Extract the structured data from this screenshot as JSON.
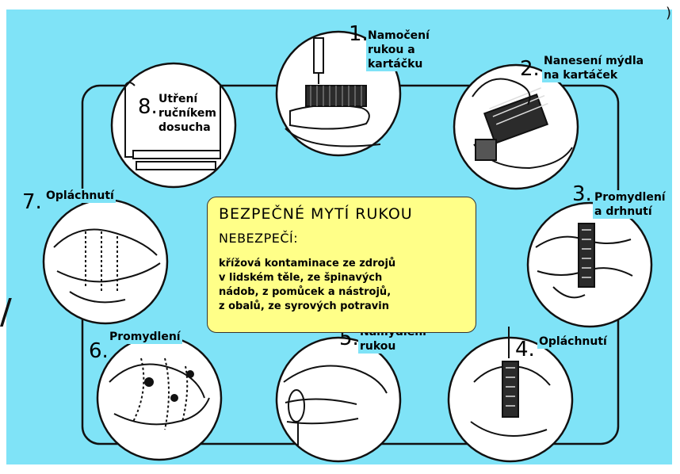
{
  "diagram": {
    "background_color": "#7fe3f7",
    "info_box_color": "#ffff88",
    "info_box": {
      "title": "BEZPEČNÉ MYTÍ RUKOU",
      "subtitle": "NEBEZPEČÍ:",
      "text_lines": [
        "křížová kontaminace ze zdrojů",
        "v lidském těle, ze špinavých",
        "nádob, z pomůcek a nástrojů,",
        "z obalů, ze syrových potravin"
      ]
    },
    "steps": [
      {
        "number": "1.",
        "label_lines": [
          "Namočení",
          "rukou a",
          "kartáčku"
        ],
        "icon": "hand-under-tap-with-brush-icon"
      },
      {
        "number": "2.",
        "label_lines": [
          "Nanesení mýdla",
          "na kartáček"
        ],
        "icon": "soap-on-brush-icon"
      },
      {
        "number": "3.",
        "label_lines": [
          "Promydlení",
          "a drhnutí"
        ],
        "icon": "scrubbing-hands-icon"
      },
      {
        "number": "4.",
        "label_lines": [
          "Opláchnutí"
        ],
        "icon": "rinsing-hands-icon"
      },
      {
        "number": "5.",
        "label_lines": [
          "Namydlení",
          "rukou"
        ],
        "icon": "soaping-hands-icon"
      },
      {
        "number": "6.",
        "label_lines": [
          "Promydlení"
        ],
        "icon": "lathering-hands-icon"
      },
      {
        "number": "7.",
        "label_lines": [
          "Opláchnutí"
        ],
        "icon": "rinse-hands-icon"
      },
      {
        "number": "8.",
        "label_lines": [
          "Utření",
          "ručníkem",
          "dosucha"
        ],
        "icon": "towel-dispenser-icon"
      }
    ],
    "stray_marks": {
      "left": "/",
      "top": ")"
    }
  }
}
